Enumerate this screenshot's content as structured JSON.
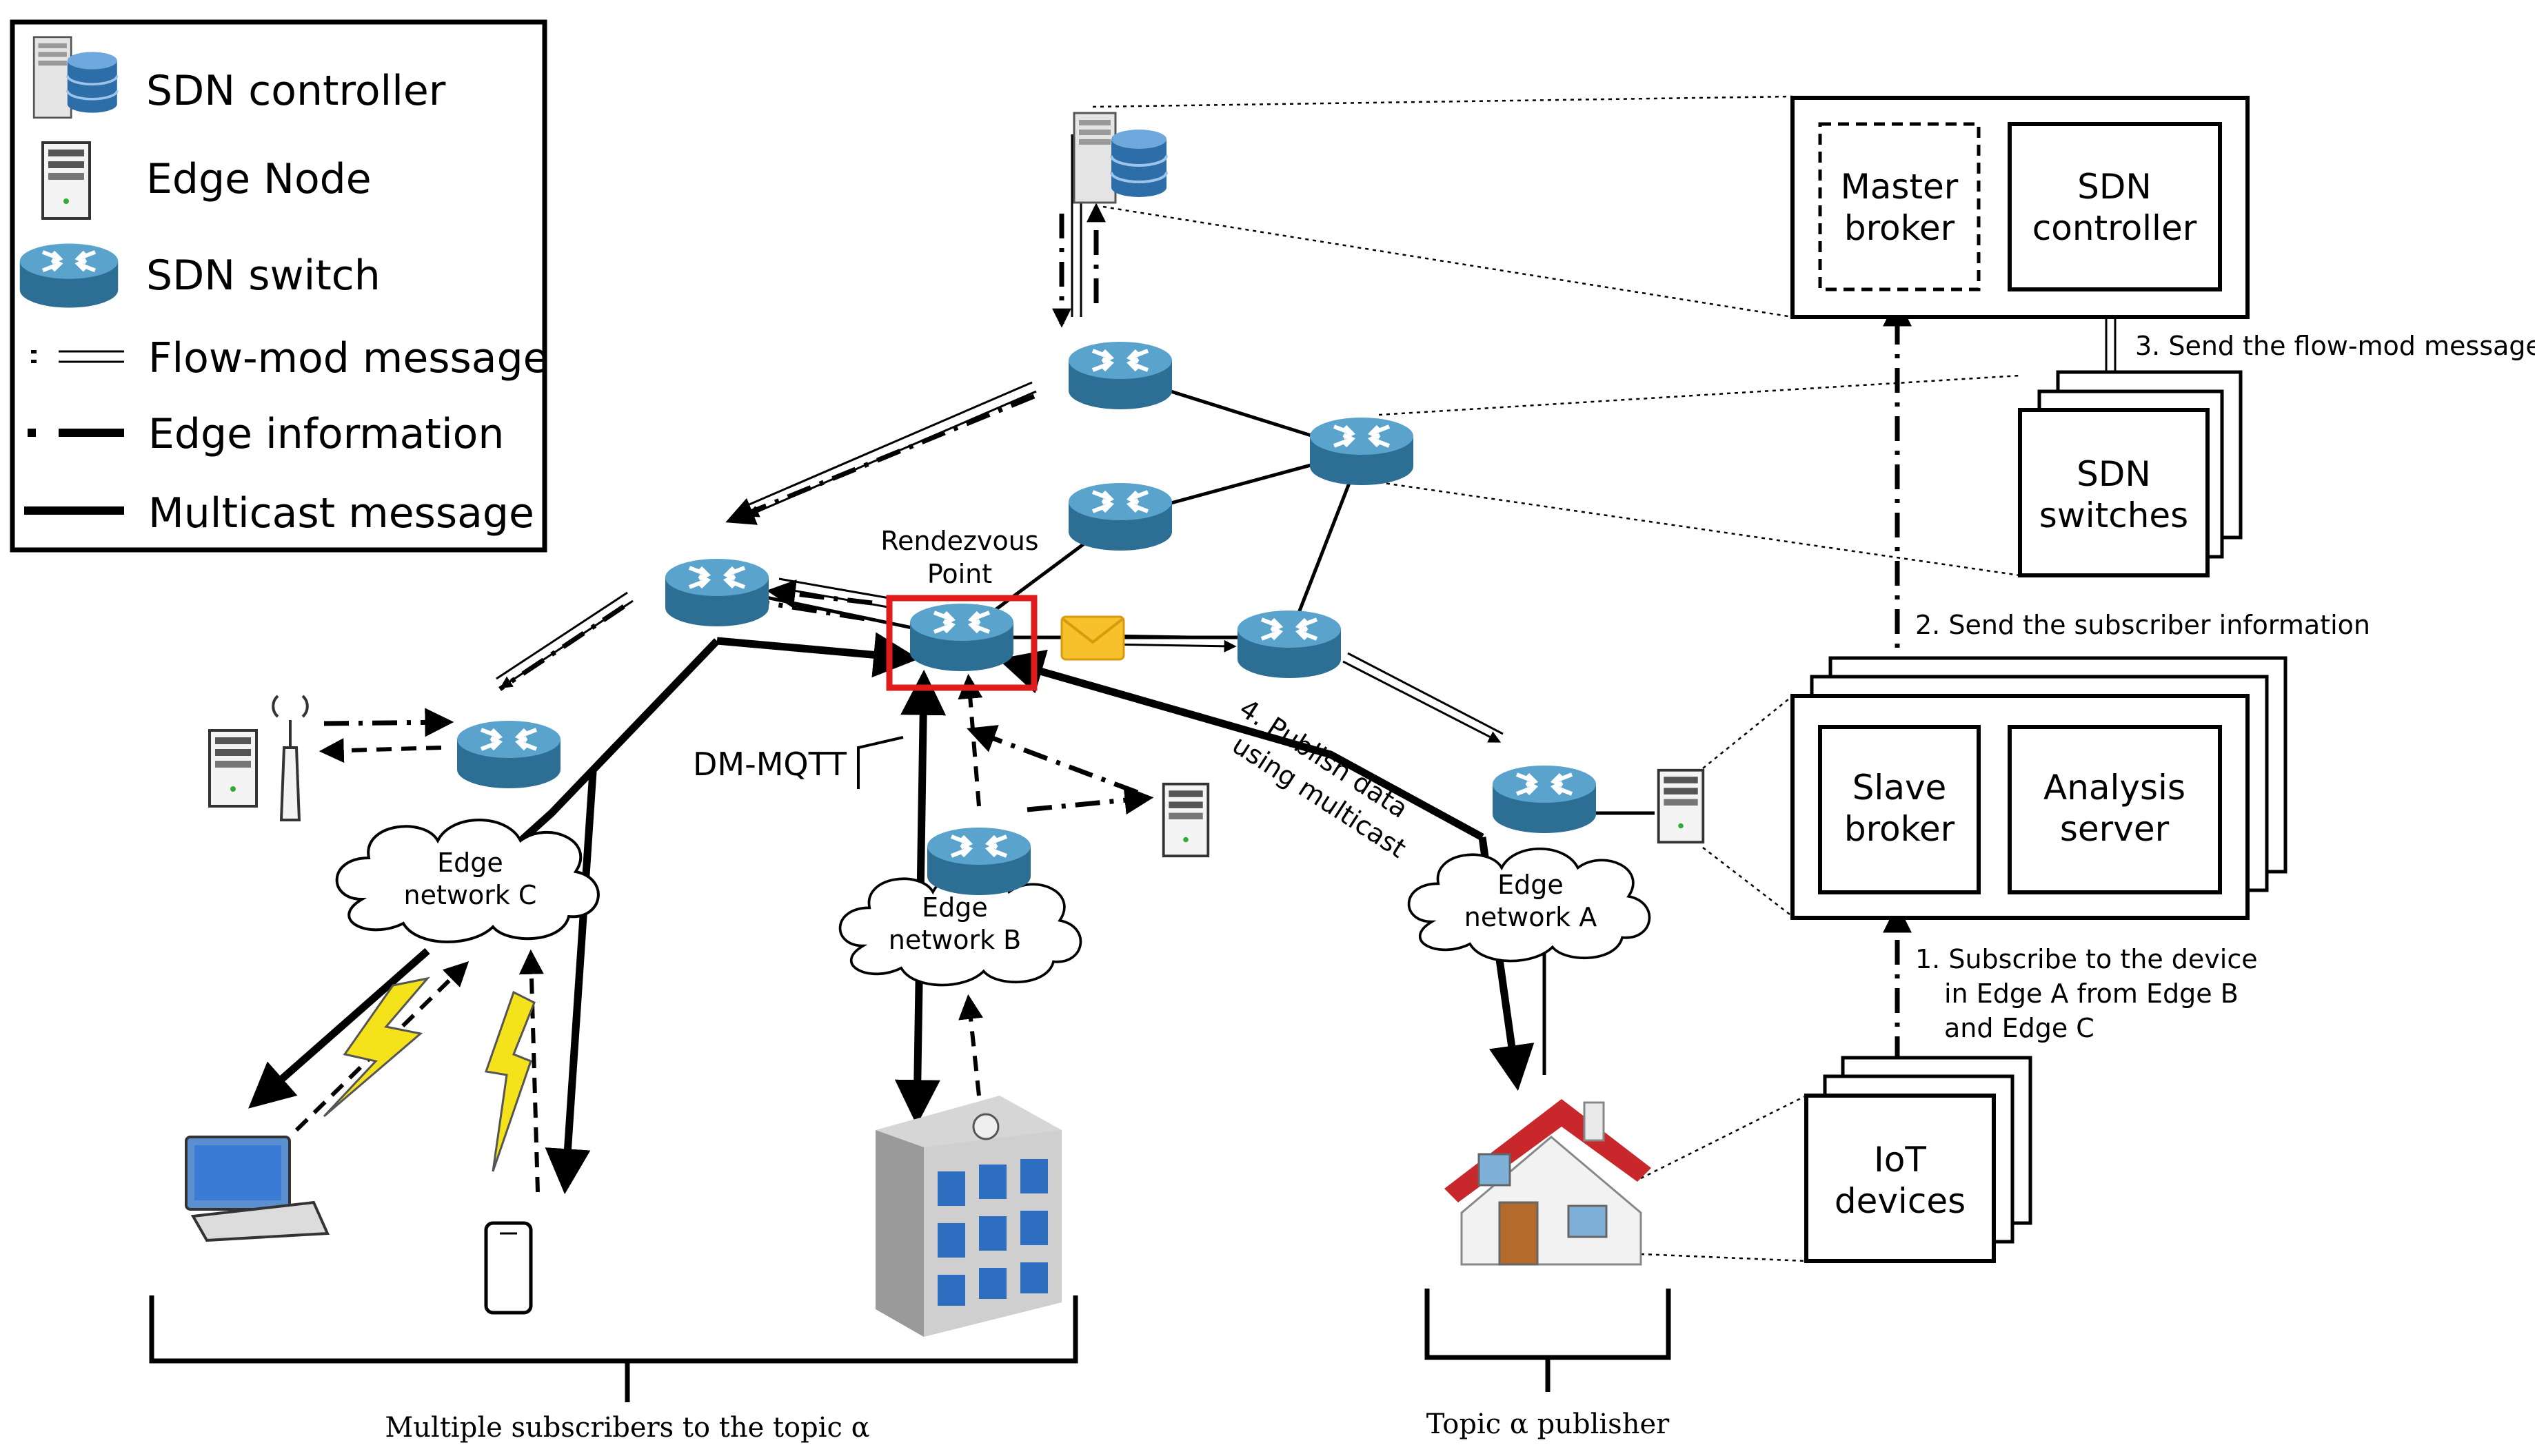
{
  "legend": {
    "items": [
      {
        "icon": "sdn-controller-icon",
        "label": "SDN controller"
      },
      {
        "icon": "edge-node-icon",
        "label": "Edge Node"
      },
      {
        "icon": "sdn-switch-icon",
        "label": "SDN switch"
      },
      {
        "icon": "flow-mod-line-icon",
        "label": "Flow-mod message"
      },
      {
        "icon": "edge-info-line-icon",
        "label": "Edge information"
      },
      {
        "icon": "multicast-line-icon",
        "label": "Multicast message"
      }
    ]
  },
  "nodes": {
    "rendezvous": "Rendezvous\nPoint",
    "dm_mqtt": "DM-MQTT",
    "edge_c": "Edge\nnetwork C",
    "edge_b": "Edge\nnetwork B",
    "edge_a": "Edge\nnetwork A",
    "publish": "4. Publish data\nusing multicast"
  },
  "boxes": {
    "master_broker": "Master\nbroker",
    "sdn_controller": "SDN\ncontroller",
    "sdn_switches": "SDN\nswitches",
    "slave_broker": "Slave\nbroker",
    "analysis_server": "Analysis\nserver",
    "iot_devices": "IoT\ndevices"
  },
  "steps": {
    "step1": "1. Subscribe to the device\n   in Edge A from Edge B\n   and Edge C",
    "step2": "2. Send the subscriber information",
    "step3": "3. Send the flow-mod message"
  },
  "captions": {
    "subscribers": "Multiple subscribers to the topic α",
    "publisher": "Topic α publisher"
  },
  "colors": {
    "switch_blue": "#3f87b0",
    "rendezvous_highlight": "#e01b1b",
    "lightning": "#f4e21a",
    "envelope": "#f6c12b",
    "roof": "#c8272b"
  }
}
